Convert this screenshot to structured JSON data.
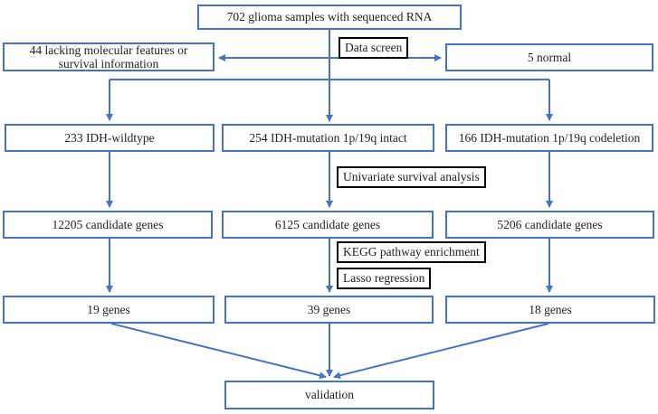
{
  "colors": {
    "accent": "#4472c4",
    "process_border": "#000000",
    "text": "#1f1f1f",
    "background": "#ffffff"
  },
  "nodes": {
    "samples": {
      "label": "702 glioma samples with sequenced RNA"
    },
    "excluded": {
      "label": "44 lacking molecular features or survival information"
    },
    "normal": {
      "label": "5 normal"
    },
    "idh_wildtype": {
      "label": "233 IDH-wildtype"
    },
    "idh_mut_intact": {
      "label": "254 IDH-mutation 1p/19q intact"
    },
    "idh_mut_codel": {
      "label": "166 IDH-mutation 1p/19q codeletion"
    },
    "candidates_wildtype": {
      "label": "12205 candidate genes"
    },
    "candidates_intact": {
      "label": "6125 candidate genes"
    },
    "candidates_codel": {
      "label": "5206 candidate genes"
    },
    "genes_wildtype": {
      "label": "19 genes"
    },
    "genes_intact": {
      "label": "39 genes"
    },
    "genes_codel": {
      "label": "18 genes"
    },
    "validation": {
      "label": "validation"
    }
  },
  "process_labels": {
    "data_screen": "Data screen",
    "univariate": "Univariate survival analysis",
    "kegg": "KEGG pathway enrichment",
    "lasso": "Lasso regression"
  }
}
